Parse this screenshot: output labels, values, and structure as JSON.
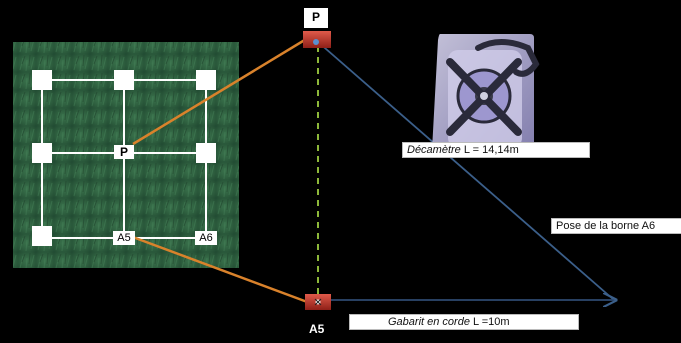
{
  "diagram": {
    "points": {
      "P_top": "P",
      "A5_bottom": "A5"
    },
    "grid": {
      "center_label": "P",
      "a5_label": "A5",
      "a6_label": "A6"
    },
    "labels": {
      "decametre_italic": "Décamètre",
      "decametre_rest": " L = 14,14m",
      "gabarit_italic": "Gabarit en corde",
      "gabarit_rest": " L =10m",
      "pose": "Pose de la borne A6"
    },
    "colors": {
      "background": "#000000",
      "orange_line": "#d9822b",
      "dashed_line": "#8db83a",
      "hypotenuse": "#3b5f8a",
      "base_line": "#2e4a70",
      "marker": "#c0392b"
    },
    "icons": {
      "photo": "grass-photo",
      "decametre": "tape-measure-icon"
    }
  }
}
